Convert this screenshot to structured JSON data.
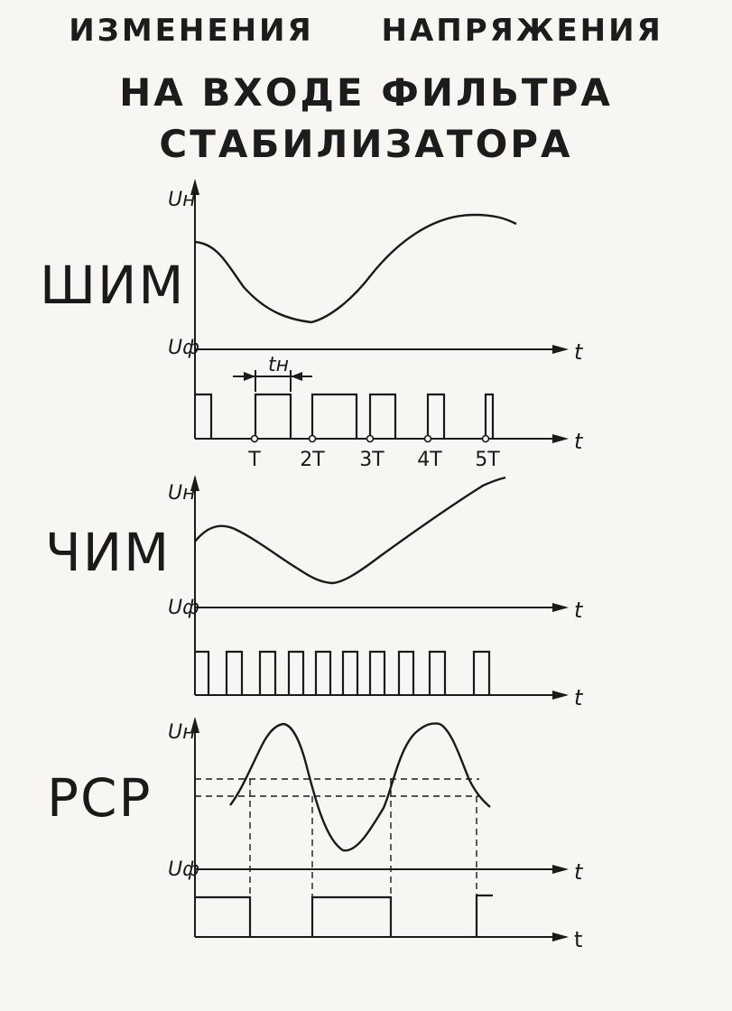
{
  "title": {
    "line1": "ИЗМЕНЕНИЯ НАПРЯЖЕНИЯ",
    "line2": "НА ВХОДЕ ФИЛЬТРА",
    "line3": "СТАБИЛИЗАТОРА"
  },
  "sections": {
    "shim": {
      "label": "ШИМ",
      "y_label": "Uн",
      "phi_label": "Uф",
      "t_label": "t",
      "pulse_width_label": "tн",
      "period_labels": [
        "T",
        "2T",
        "3T",
        "4T",
        "5T"
      ]
    },
    "chim": {
      "label": "ЧИМ",
      "y_label": "Uн",
      "phi_label": "Uф",
      "t_label": "t"
    },
    "rsr": {
      "label": "РСР",
      "y_label": "Uн",
      "phi_label": "Uф",
      "t_label": "t"
    }
  },
  "colors": {
    "ink": "#1a1a1a",
    "paper": "#f7f6f2"
  }
}
